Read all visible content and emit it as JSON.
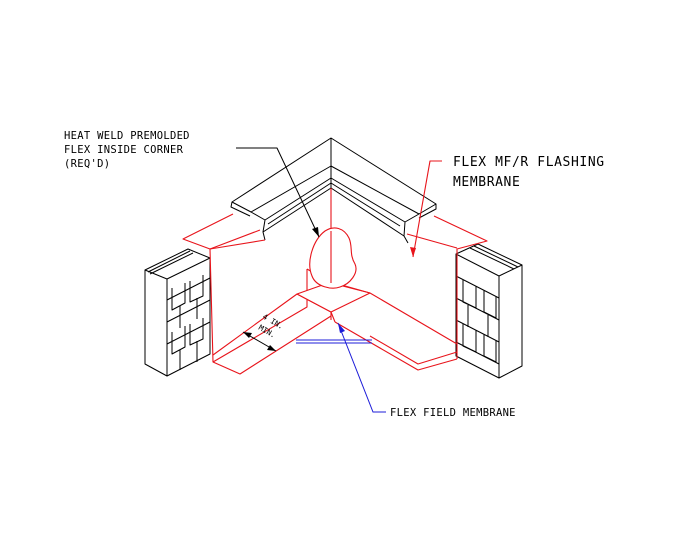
{
  "labels": {
    "premolded_line1": "HEAT WELD PREMOLDED",
    "premolded_line2": "FLEX INSIDE CORNER",
    "premolded_line3": "(REQ'D)",
    "flashing_line1": "FLEX MF/R FLASHING",
    "flashing_line2": "MEMBRANE",
    "field": "FLEX FIELD MEMBRANE",
    "dim_line1": "4 IN.",
    "dim_line2": "MIN."
  },
  "colors": {
    "flashing_membrane": "#e8141b",
    "leader_field": "#1c1cd8",
    "structure": "#000000"
  }
}
